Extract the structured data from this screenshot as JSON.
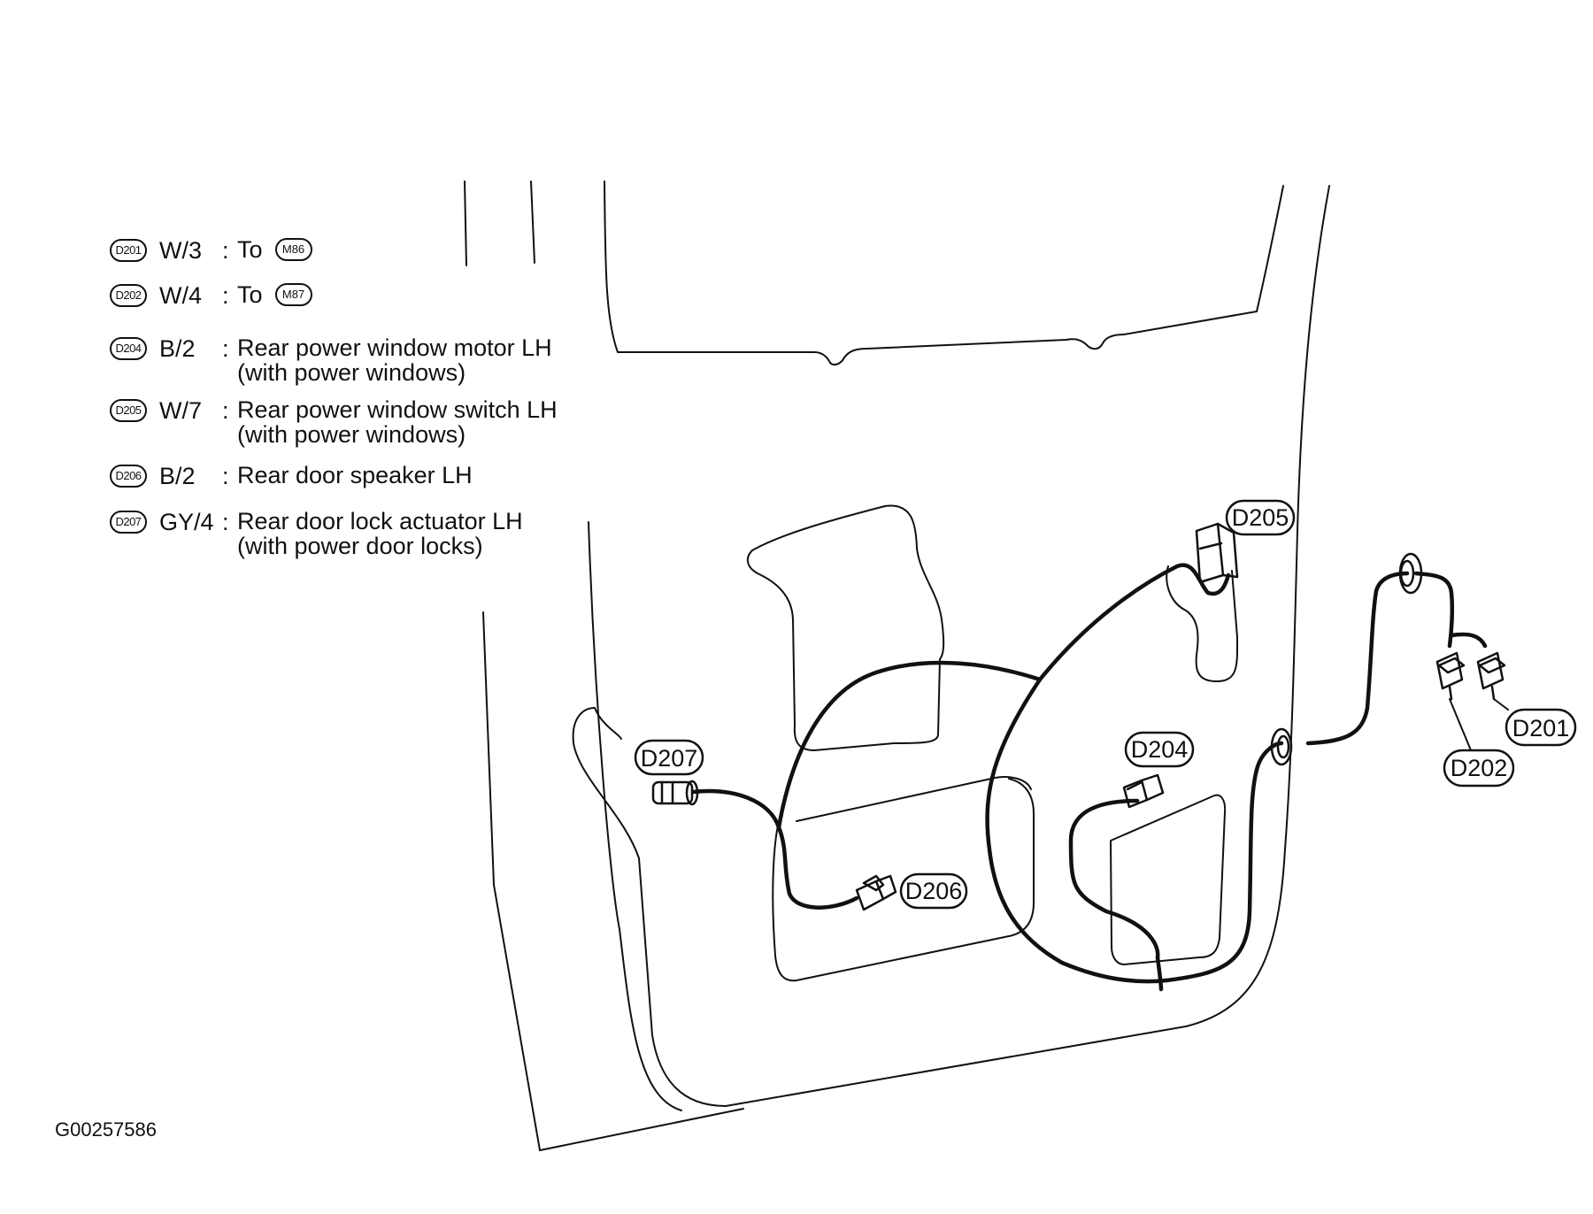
{
  "legend": {
    "rows": [
      {
        "badge": "D201",
        "wire": "W/3",
        "colon": ":",
        "desc_lines": [
          "To"
        ],
        "to_badge": "M86"
      },
      {
        "badge": "D202",
        "wire": "W/4",
        "colon": ":",
        "desc_lines": [
          "To"
        ],
        "to_badge": "M87"
      },
      {
        "badge": "D204",
        "wire": "B/2",
        "colon": ":",
        "desc_lines": [
          "Rear power window motor LH",
          "(with power windows)"
        ]
      },
      {
        "badge": "D205",
        "wire": "W/7",
        "colon": ":",
        "desc_lines": [
          "Rear power window switch LH",
          "(with power windows)"
        ]
      },
      {
        "badge": "D206",
        "wire": "B/2",
        "colon": ":",
        "desc_lines": [
          "Rear door speaker LH"
        ]
      },
      {
        "badge": "D207",
        "wire": "GY/4",
        "colon": ":",
        "desc_lines": [
          "Rear door lock actuator LH",
          "(with power door locks)"
        ]
      }
    ]
  },
  "callouts": {
    "d201": "D201",
    "d202": "D202",
    "d204": "D204",
    "d205": "D205",
    "d206": "D206",
    "d207": "D207"
  },
  "figure_id": "G00257586",
  "colors": {
    "ink": "#111111",
    "background": "#ffffff"
  }
}
